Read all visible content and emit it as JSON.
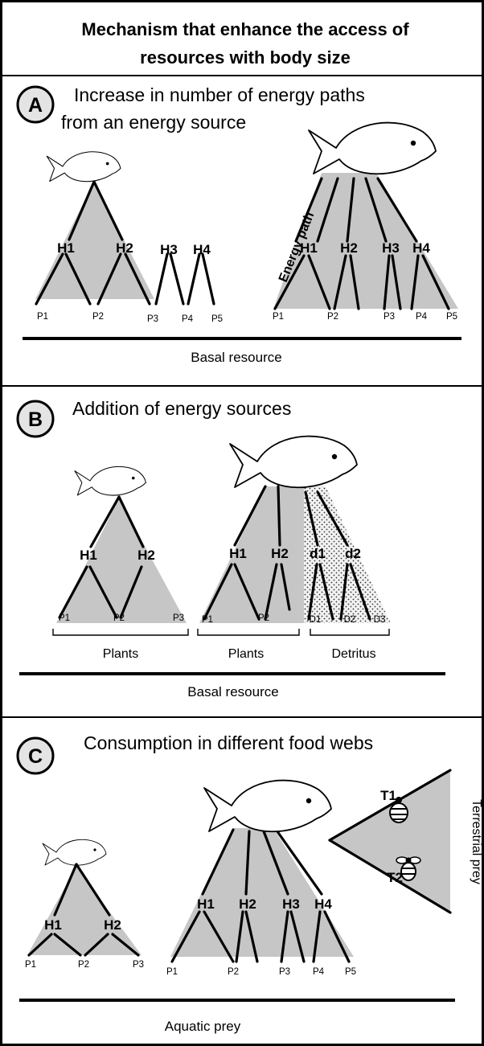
{
  "title_line1": "Mechanism that  enhance the access of",
  "title_line2": "resources with body size",
  "panel_a": {
    "letter": "A",
    "heading_line1": "Increase in number of energy paths",
    "heading_line2": "from an energy source",
    "left_nodes": [
      "H1",
      "H2",
      "H3",
      "H4"
    ],
    "left_leaves": [
      "P1",
      "P2",
      "P3",
      "P4",
      "P5"
    ],
    "right_nodes": [
      "H1",
      "H2",
      "H3",
      "H4"
    ],
    "right_leaves": [
      "P1",
      "P2",
      "P3",
      "P4",
      "P5"
    ],
    "path_label": "Energy path",
    "base_label": "Basal resource"
  },
  "panel_b": {
    "letter": "B",
    "heading": "Addition of energy sources",
    "left_nodes": [
      "H1",
      "H2"
    ],
    "left_leaves": [
      "P1",
      "P2",
      "P3"
    ],
    "right_nodes": [
      "H1",
      "H2",
      "d1",
      "d2"
    ],
    "right_leaves": [
      "P1",
      "P2",
      "D1",
      "D2",
      "D3"
    ],
    "group_left": "Plants",
    "group_mid": "Plants",
    "group_right": "Detritus",
    "base_label": "Basal resource"
  },
  "panel_c": {
    "letter": "C",
    "heading": "Consumption in different food webs",
    "left_nodes": [
      "H1",
      "H2"
    ],
    "left_leaves": [
      "P1",
      "P2",
      "P3"
    ],
    "right_nodes": [
      "H1",
      "H2",
      "H3",
      "H4"
    ],
    "right_leaves": [
      "P1",
      "P2",
      "P3",
      "P4",
      "P5"
    ],
    "terrestrial_nodes": [
      "T1",
      "T2"
    ],
    "terrestrial_label": "Terrestrial prey",
    "base_label": "Aquatic prey"
  },
  "colors": {
    "triangle": "#c6c6c6",
    "line": "#000000",
    "background": "#ffffff"
  }
}
